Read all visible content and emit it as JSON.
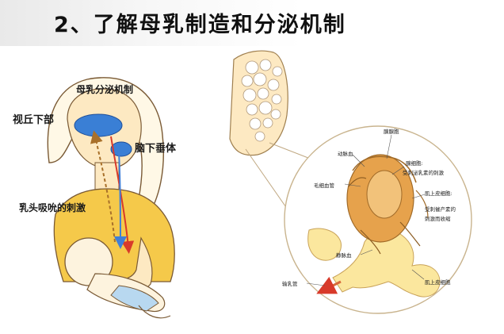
{
  "title": "2、了解母乳制造和分泌机制",
  "left_figure": {
    "heading": "母乳分泌机制",
    "hypothalamus": "视丘下部",
    "pituitary": "脑下垂体",
    "nipple_stimulus": "乳头吸吮的刺激"
  },
  "right_figure": {
    "labels": [
      "腺腺胞",
      "动脉血",
      "腺细胞:",
      "受刺泌乳素的刺激",
      "毛细血管",
      "肌上皮细胞:",
      "受刺催产素的",
      "刺激而收缩",
      "静脉血",
      "输乳管",
      "肌上皮细胞"
    ]
  },
  "colors": {
    "brain_blue": "#3a7fd5",
    "stimulus_brown": "#a8702a",
    "hormone_red": "#d83a2a",
    "hormone_blue": "#3f7fd8",
    "skin": "#fbe6b3",
    "shirt": "#f5c94a",
    "gland_orange": "#e6a24c"
  }
}
